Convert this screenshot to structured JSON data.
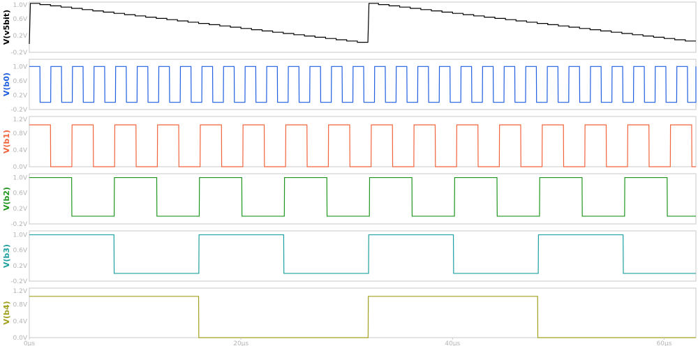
{
  "x_axis": {
    "unit": "µs",
    "range": [
      0,
      63
    ],
    "ticks": [
      {
        "value": 0,
        "label": "0µs"
      },
      {
        "value": 20,
        "label": "20µs"
      },
      {
        "value": 40,
        "label": "40µs"
      },
      {
        "value": 60,
        "label": "60µs"
      }
    ]
  },
  "chart_data": [
    {
      "type": "line",
      "ylabel": "V(v5bit)",
      "color": "#000000",
      "ylim": [
        -0.2,
        1.0
      ],
      "y_ticks": [
        {
          "value": 1.0,
          "label": "1.0V"
        },
        {
          "value": 0.6,
          "label": "0.6V"
        },
        {
          "value": 0.2,
          "label": "0.2V"
        },
        {
          "value": -0.2,
          "label": "-0.2V"
        }
      ],
      "series": [
        {
          "values": [
            [
              0,
              0.0
            ],
            [
              0.1,
              0.97
            ],
            [
              1,
              0.97
            ],
            [
              1,
              0.94
            ],
            [
              2,
              0.94
            ],
            [
              2,
              0.91
            ],
            [
              3,
              0.91
            ],
            [
              3,
              0.88
            ],
            [
              4,
              0.88
            ],
            [
              4,
              0.85
            ],
            [
              5,
              0.85
            ],
            [
              5,
              0.82
            ],
            [
              6,
              0.82
            ],
            [
              6,
              0.79
            ],
            [
              7,
              0.79
            ],
            [
              7,
              0.76
            ],
            [
              8,
              0.76
            ],
            [
              8,
              0.73
            ],
            [
              9,
              0.73
            ],
            [
              9,
              0.7
            ],
            [
              10,
              0.7
            ],
            [
              10,
              0.67
            ],
            [
              11,
              0.67
            ],
            [
              11,
              0.64
            ],
            [
              12,
              0.64
            ],
            [
              12,
              0.61
            ],
            [
              13,
              0.61
            ],
            [
              13,
              0.58
            ],
            [
              14,
              0.58
            ],
            [
              14,
              0.55
            ],
            [
              15,
              0.55
            ],
            [
              15,
              0.52
            ],
            [
              16,
              0.52
            ],
            [
              16,
              0.49
            ],
            [
              17,
              0.49
            ],
            [
              17,
              0.46
            ],
            [
              18,
              0.46
            ],
            [
              18,
              0.43
            ],
            [
              19,
              0.43
            ],
            [
              19,
              0.4
            ],
            [
              20,
              0.4
            ],
            [
              20,
              0.37
            ],
            [
              21,
              0.37
            ],
            [
              21,
              0.34
            ],
            [
              22,
              0.34
            ],
            [
              22,
              0.31
            ],
            [
              23,
              0.31
            ],
            [
              23,
              0.28
            ],
            [
              24,
              0.28
            ],
            [
              24,
              0.25
            ],
            [
              25,
              0.25
            ],
            [
              25,
              0.22
            ],
            [
              26,
              0.22
            ],
            [
              26,
              0.19
            ],
            [
              27,
              0.19
            ],
            [
              27,
              0.16
            ],
            [
              28,
              0.16
            ],
            [
              28,
              0.13
            ],
            [
              29,
              0.13
            ],
            [
              29,
              0.1
            ],
            [
              30,
              0.1
            ],
            [
              30,
              0.07
            ],
            [
              31,
              0.07
            ],
            [
              31,
              0.04
            ],
            [
              32,
              0.04
            ],
            [
              32.1,
              0.97
            ],
            [
              33,
              0.97
            ],
            [
              33,
              0.94
            ],
            [
              34,
              0.94
            ],
            [
              34,
              0.91
            ],
            [
              35,
              0.91
            ],
            [
              35,
              0.88
            ],
            [
              36,
              0.88
            ],
            [
              36,
              0.85
            ],
            [
              37,
              0.85
            ],
            [
              37,
              0.82
            ],
            [
              38,
              0.82
            ],
            [
              38,
              0.79
            ],
            [
              39,
              0.79
            ],
            [
              39,
              0.76
            ],
            [
              40,
              0.76
            ],
            [
              40,
              0.73
            ],
            [
              41,
              0.73
            ],
            [
              41,
              0.7
            ],
            [
              42,
              0.7
            ],
            [
              42,
              0.67
            ],
            [
              43,
              0.67
            ],
            [
              43,
              0.64
            ],
            [
              44,
              0.64
            ],
            [
              44,
              0.61
            ],
            [
              45,
              0.61
            ],
            [
              45,
              0.58
            ],
            [
              46,
              0.58
            ],
            [
              46,
              0.55
            ],
            [
              47,
              0.55
            ],
            [
              47,
              0.52
            ],
            [
              48,
              0.52
            ],
            [
              48,
              0.49
            ],
            [
              49,
              0.49
            ],
            [
              49,
              0.46
            ],
            [
              50,
              0.46
            ],
            [
              50,
              0.43
            ],
            [
              51,
              0.43
            ],
            [
              51,
              0.4
            ],
            [
              52,
              0.4
            ],
            [
              52,
              0.37
            ],
            [
              53,
              0.37
            ],
            [
              53,
              0.34
            ],
            [
              54,
              0.34
            ],
            [
              54,
              0.31
            ],
            [
              55,
              0.31
            ],
            [
              55,
              0.28
            ],
            [
              56,
              0.28
            ],
            [
              56,
              0.25
            ],
            [
              57,
              0.25
            ],
            [
              57,
              0.22
            ],
            [
              58,
              0.22
            ],
            [
              58,
              0.19
            ],
            [
              59,
              0.19
            ],
            [
              59,
              0.16
            ],
            [
              60,
              0.16
            ],
            [
              60,
              0.13
            ],
            [
              61,
              0.13
            ],
            [
              61,
              0.1
            ],
            [
              62,
              0.1
            ],
            [
              62,
              0.07
            ],
            [
              63,
              0.07
            ]
          ]
        }
      ]
    },
    {
      "type": "line",
      "ylabel": "V(b0)",
      "color": "#1f5fe0",
      "ylim": [
        -0.2,
        1.2
      ],
      "y_ticks": [
        {
          "value": 1.0,
          "label": "1.0V"
        },
        {
          "value": 0.6,
          "label": "0.6V"
        },
        {
          "value": 0.2,
          "label": "0.2V"
        },
        {
          "value": -0.2,
          "label": "-0.2V"
        }
      ],
      "series": [
        {
          "square": {
            "period": 2,
            "high": 1.0,
            "low": 0.0,
            "start_high": true,
            "duty": 0.5,
            "t0": 0,
            "t1": 64
          }
        }
      ]
    },
    {
      "type": "line",
      "ylabel": "V(b1)",
      "color": "#f0643c",
      "ylim": [
        0.0,
        1.2
      ],
      "y_ticks": [
        {
          "value": 1.2,
          "label": "1.2V"
        },
        {
          "value": 0.8,
          "label": "0.8V"
        },
        {
          "value": 0.4,
          "label": "0.4V"
        },
        {
          "value": 0.0,
          "label": "0.0V"
        }
      ],
      "series": [
        {
          "square": {
            "period": 4,
            "high": 1.0,
            "low": 0.0,
            "start_high": true,
            "duty": 0.5,
            "t0": 0,
            "t1": 64
          }
        }
      ]
    },
    {
      "type": "line",
      "ylabel": "V(b2)",
      "color": "#1e961e",
      "ylim": [
        -0.2,
        1.1
      ],
      "y_ticks": [
        {
          "value": 1.0,
          "label": "1.0V"
        },
        {
          "value": 0.6,
          "label": "0.6V"
        },
        {
          "value": 0.2,
          "label": "0.2V"
        },
        {
          "value": -0.2,
          "label": "-0.2V"
        }
      ],
      "series": [
        {
          "square": {
            "period": 8,
            "high": 1.0,
            "low": 0.0,
            "start_high": true,
            "duty": 0.5,
            "t0": 0,
            "t1": 64
          }
        }
      ]
    },
    {
      "type": "line",
      "ylabel": "V(b3)",
      "color": "#1ea0a0",
      "ylim": [
        -0.2,
        1.1
      ],
      "y_ticks": [
        {
          "value": 1.0,
          "label": "1.0V"
        },
        {
          "value": 0.6,
          "label": "0.6V"
        },
        {
          "value": 0.2,
          "label": "0.2V"
        },
        {
          "value": -0.2,
          "label": "-0.2V"
        }
      ],
      "series": [
        {
          "square": {
            "period": 16,
            "high": 1.0,
            "low": 0.0,
            "start_high": true,
            "duty": 0.5,
            "t0": 0,
            "t1": 64
          }
        }
      ]
    },
    {
      "type": "line",
      "ylabel": "V(b4)",
      "color": "#a0a01e",
      "ylim": [
        0.0,
        1.2
      ],
      "y_ticks": [
        {
          "value": 1.2,
          "label": "1.2V"
        },
        {
          "value": 0.8,
          "label": "0.8V"
        },
        {
          "value": 0.4,
          "label": "0.4V"
        },
        {
          "value": 0.0,
          "label": "0.0V"
        }
      ],
      "series": [
        {
          "square": {
            "period": 32,
            "high": 1.0,
            "low": 0.0,
            "start_high": true,
            "duty": 0.5,
            "t0": 0,
            "t1": 64
          }
        }
      ]
    }
  ]
}
